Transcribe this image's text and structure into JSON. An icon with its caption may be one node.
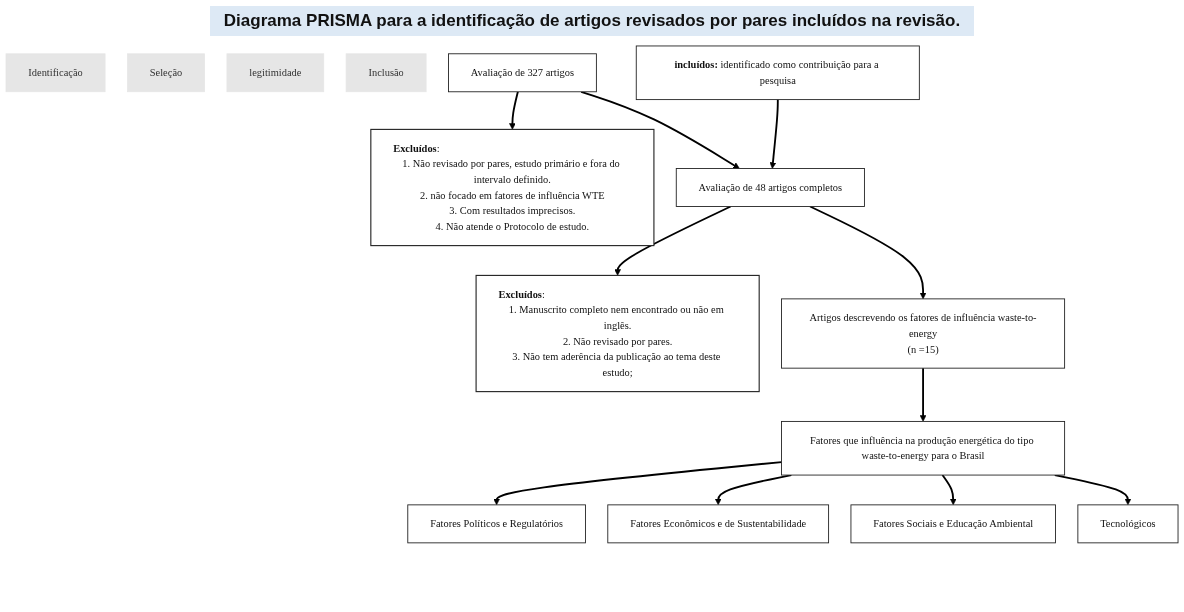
{
  "diagram": {
    "title": "Diagrama PRISMA para a identificação de artigos revisados por pares incluídos na revisão.",
    "nodes": [
      {
        "text": [
          "Identificação"
        ]
      },
      {
        "text": [
          "Seleção"
        ]
      },
      {
        "text": [
          "legitimidade"
        ]
      },
      {
        "text": [
          "Inclusão"
        ]
      },
      {
        "text": [
          "Avaliação de 327 artigos"
        ]
      },
      {
        "text": [
          "**Excluídos**:",
          "1. Não revisado por pares, estudo primário e fora do intervalo definido.",
          "2. não focado em fatores de influência WTE",
          "3. Com resultados imprecisos.",
          "4. Não atende o Protocolo de estudo."
        ]
      },
      {
        "text": [
          "**incluídos:** identificado como contribuição para a pesquisa"
        ]
      },
      {
        "text": [
          "Avaliação de 48 artigos completos"
        ]
      },
      {
        "text": [
          "**Excluídos**:",
          "1. Manuscrito completo nem encontrado ou não em inglês.",
          "2. Não revisado por pares.",
          "3. Não tem aderência da publicação ao tema deste estudo;"
        ]
      },
      {
        "text": [
          "Artigos descrevendo os fatores de influência waste-to-energy",
          "(n =15)"
        ]
      },
      {
        "text": [
          "Fatores que influência na produção energética do tipo waste-to-energy para o Brasil"
        ]
      },
      {
        "text": [
          "Fatores Políticos e Regulatórios"
        ]
      },
      {
        "text": [
          "Fatores Econômicos e de Sustentabilidade"
        ]
      },
      {
        "text": [
          "Fatores Sociais e Educação Ambiental"
        ]
      },
      {
        "text": [
          "Tecnológicos"
        ]
      }
    ],
    "edges": [
      {
        "from": 4,
        "to": 5,
        "arrow": "to"
      },
      {
        "from": 4,
        "to": 7,
        "arrow": "to"
      },
      {
        "from": 6,
        "to": 7,
        "arrow": "to"
      },
      {
        "from": 7,
        "to": 8,
        "arrow": "to"
      },
      {
        "from": 7,
        "to": 9,
        "arrow": "to"
      },
      {
        "from": 9,
        "to": 10,
        "arrow": "to"
      },
      {
        "from": 10,
        "to": 11,
        "arrow": "to"
      },
      {
        "from": 10,
        "to": 12,
        "arrow": "to"
      },
      {
        "from": 10,
        "to": 13,
        "arrow": "to"
      },
      {
        "from": 10,
        "to": 14,
        "arrow": "to"
      }
    ]
  }
}
